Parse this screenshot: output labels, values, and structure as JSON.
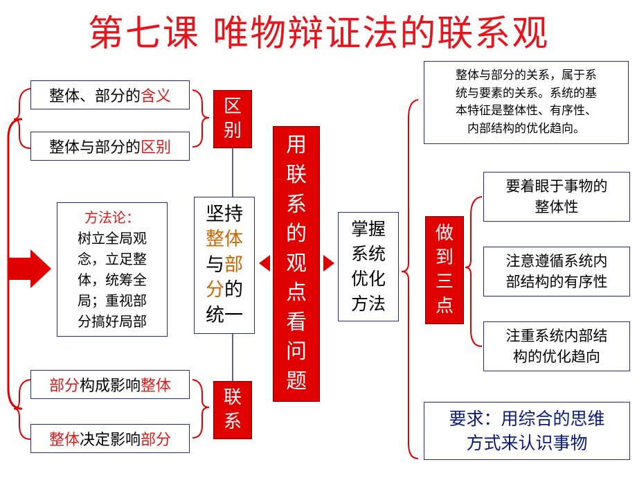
{
  "title": "第七课 唯物辩证法的联系观",
  "left": {
    "item1": {
      "prefix": "整体、部分的",
      "highlight": "含义"
    },
    "item2": {
      "prefix": "整体与部分的",
      "highlight": "区别"
    },
    "label_qubie": [
      "区",
      "别"
    ],
    "method": [
      "方法论：",
      "树立全局观",
      "念，立足整",
      "体，统筹全",
      "局；重视部",
      "分搞好局部"
    ],
    "item3": {
      "hl1": "部分",
      "mid": "构成影响",
      "hl2": "整体"
    },
    "item4": {
      "hl1": "整体",
      "mid": "决定影响",
      "hl2": "部分"
    },
    "label_lianxi": [
      "联",
      "系"
    ],
    "unity": {
      "line1": "坚持",
      "line2": "整体",
      "line3a": "与",
      "line3b": "部",
      "line4a": "分",
      "line4b": "的",
      "line5": "统一"
    }
  },
  "center": {
    "text": [
      "用",
      "联",
      "系",
      "的",
      "观",
      "点",
      "看",
      "问",
      "题"
    ]
  },
  "right": {
    "system": [
      "掌握",
      "系统",
      "优化",
      "方法"
    ],
    "relation": [
      "整体与部分的关系，属于系",
      "统与要素的关系。系统的基",
      "本特征是整体性、有序性、",
      "内部结构的优化趋向。"
    ],
    "label_three": [
      "做",
      "到",
      "三",
      "点"
    ],
    "point1": [
      "要着眼于事物的",
      "整体性"
    ],
    "point2": [
      "注意遵循系统内",
      "部结构的有序性"
    ],
    "point3": [
      "注重系统内部结",
      "构的优化趋向"
    ],
    "requirement": [
      "要求：用综合的思维",
      "方式来认识事物"
    ]
  },
  "colors": {
    "red": "#e00000",
    "title_red": "#e8141c",
    "border_blue": "#1f2d8a",
    "highlight_red": "#d71a1a",
    "highlight_orange": "#cc6600"
  }
}
